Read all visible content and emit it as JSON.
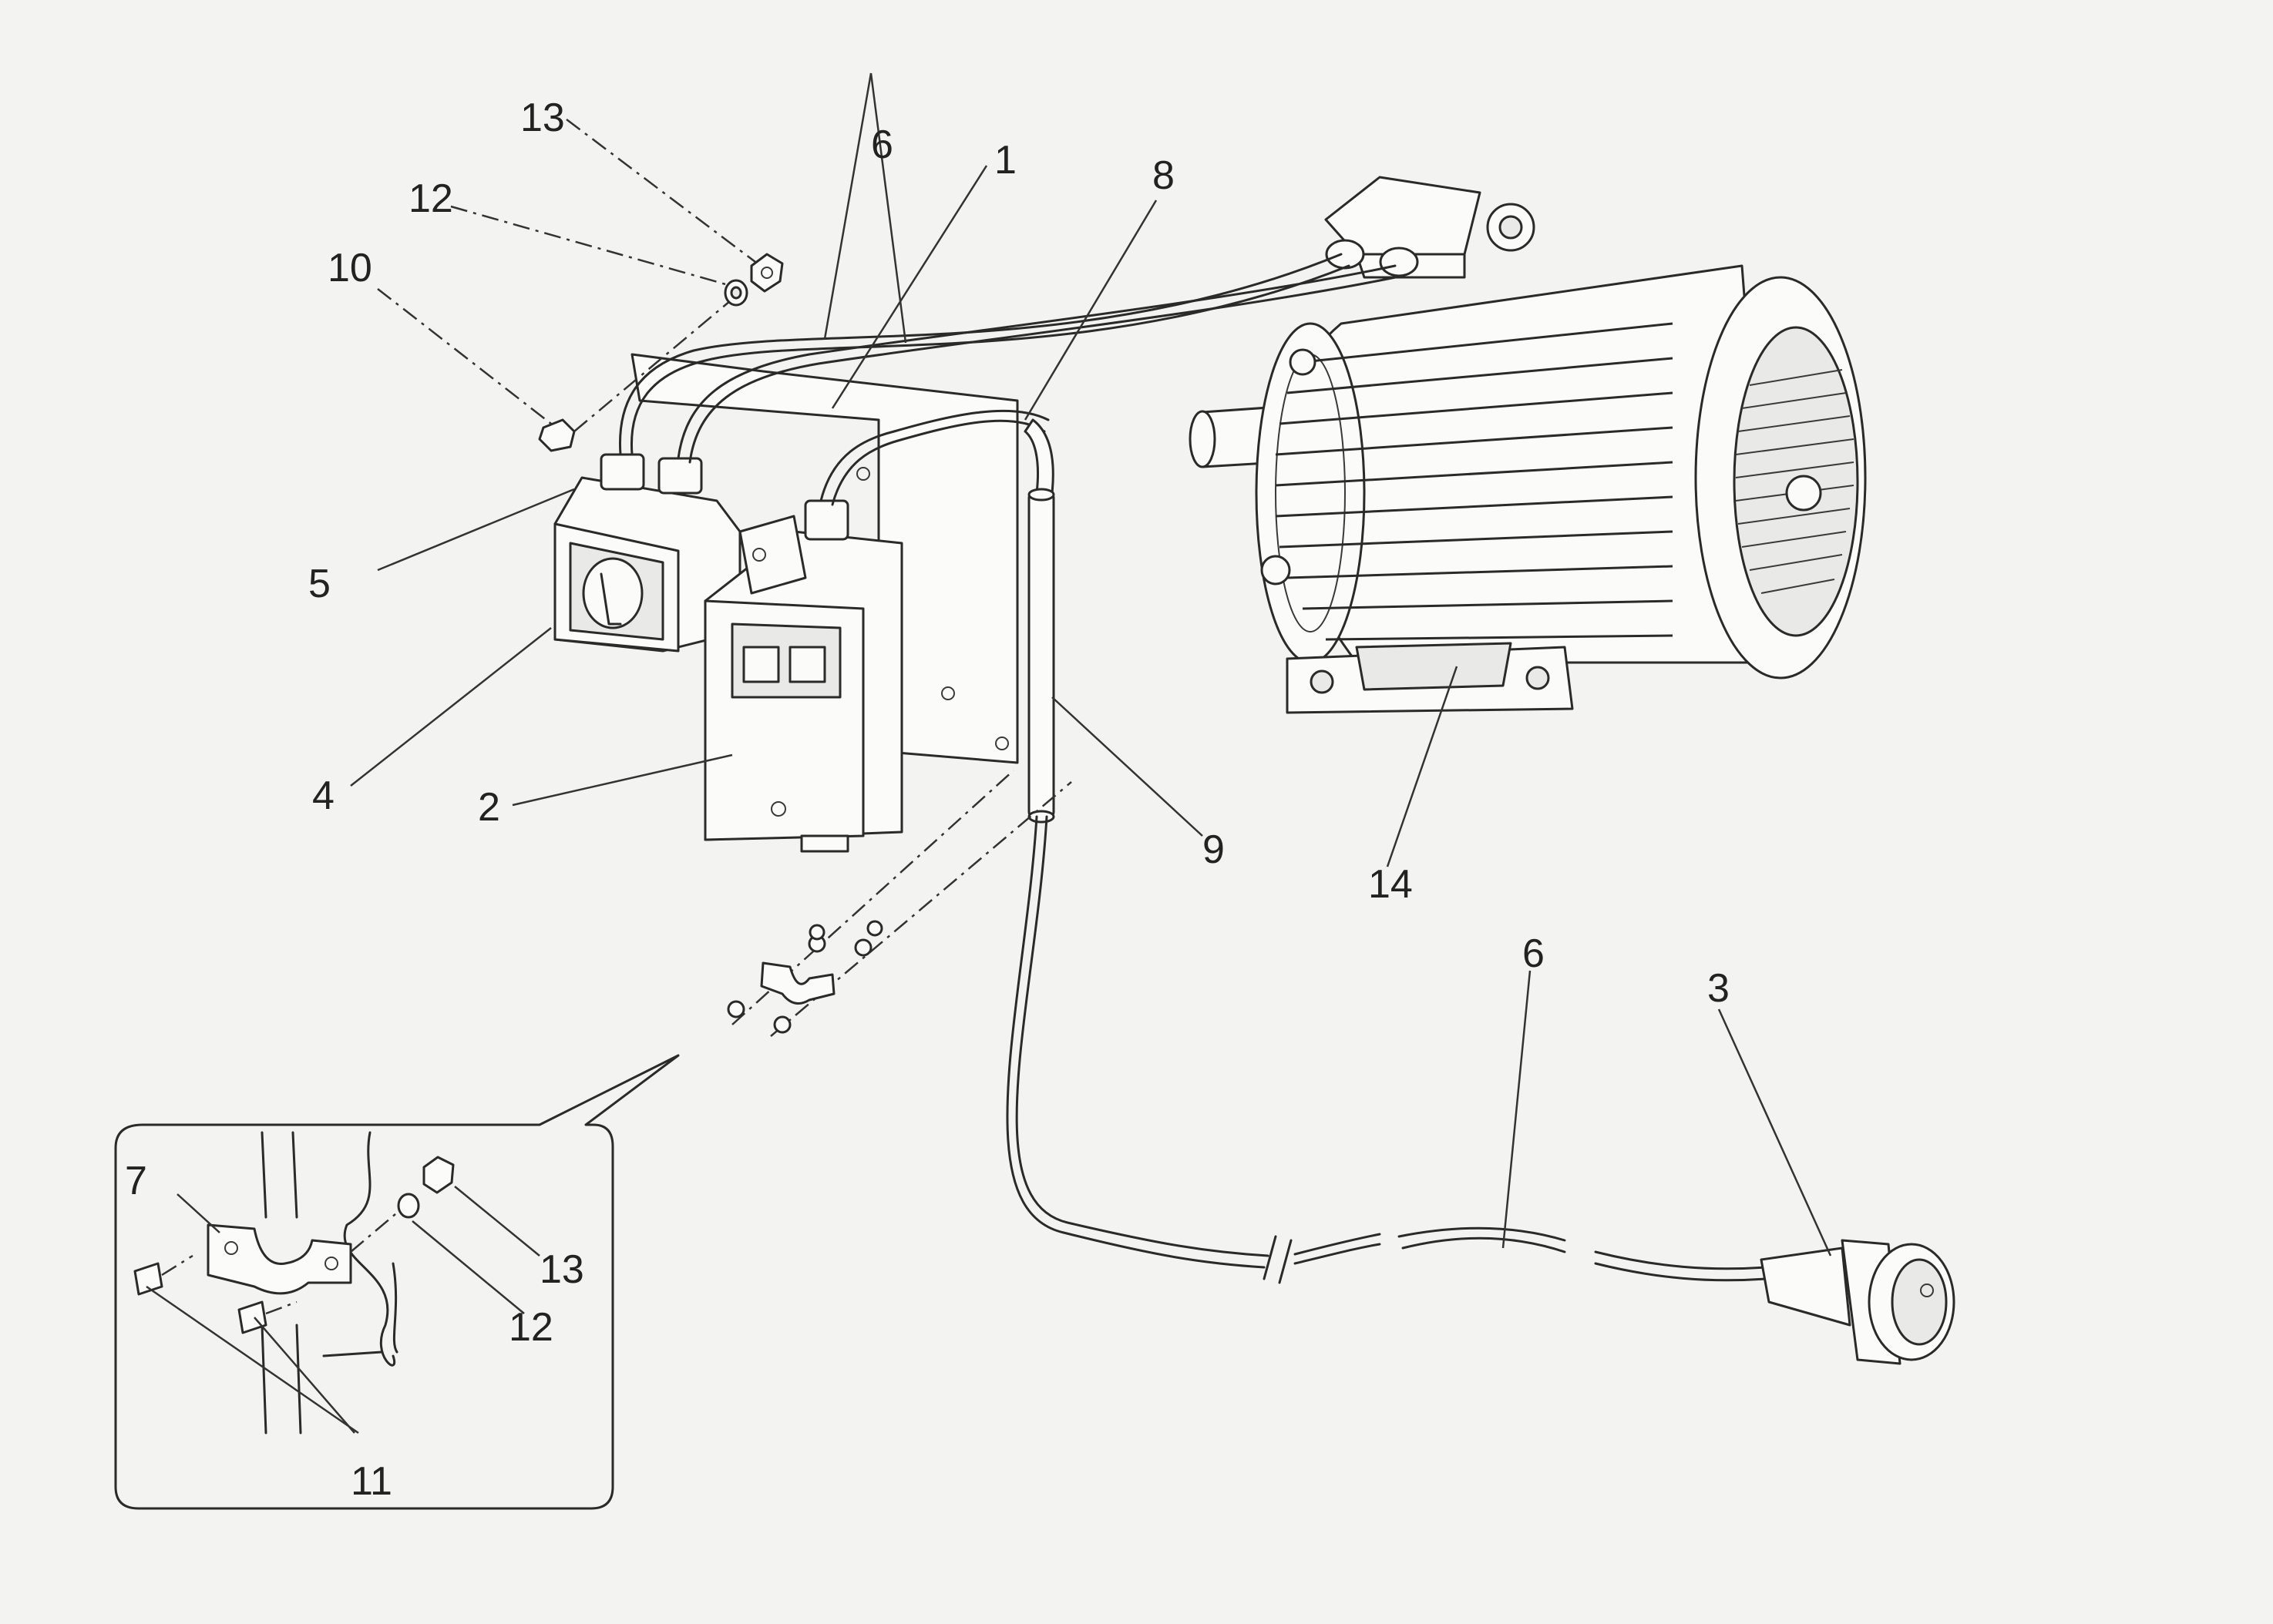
{
  "callouts": {
    "c13_top": "13",
    "c12_top": "12",
    "c10": "10",
    "c6_top": "6",
    "c1": "1",
    "c8": "8",
    "c5": "5",
    "c4": "4",
    "c2": "2",
    "c9": "9",
    "c14": "14",
    "c6_bottom": "6",
    "c3": "3",
    "c7": "7",
    "c13_detail": "13",
    "c12_detail": "12",
    "c11": "11"
  }
}
